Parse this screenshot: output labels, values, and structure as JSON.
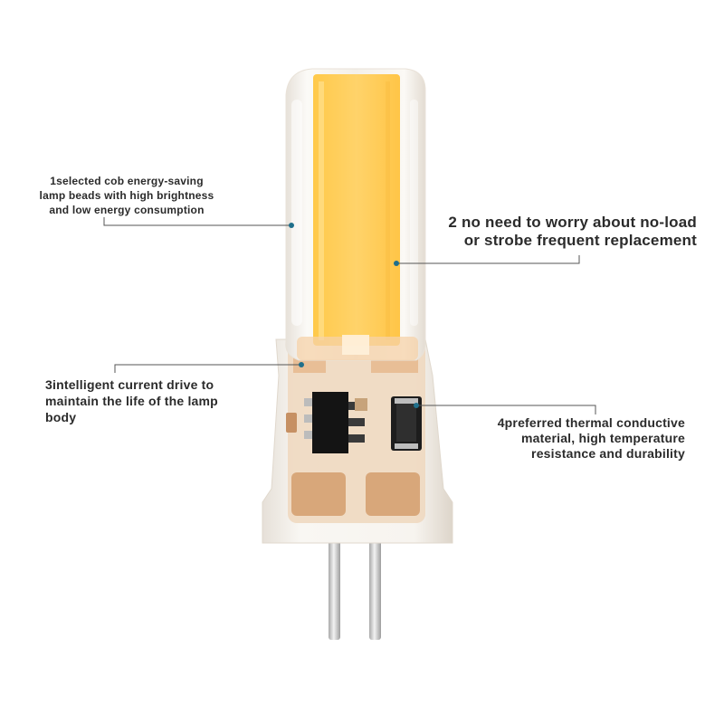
{
  "image": {
    "subject": "G4 COB LED bulb with bi-pin base",
    "background": "#ffffff",
    "colors": {
      "cob_strip": "#ffcc55",
      "silicone_shell": "#f3efe9",
      "callout_line": "#555555",
      "callout_dot": "#1f6f8b",
      "pcb": "#d9b48a",
      "chip": "#1a1a1a",
      "pin": "#c9c9c9"
    }
  },
  "callouts": [
    {
      "id": 1,
      "lines": [
        "1selected cob energy-saving",
        "lamp beads with high brightness",
        "and low energy consumption"
      ]
    },
    {
      "id": 2,
      "lines": [
        "2 no need to worry about no-load",
        "or strobe frequent replacement"
      ]
    },
    {
      "id": 3,
      "lines": [
        "3intelligent current drive to",
        "maintain the life of the lamp",
        "body"
      ]
    },
    {
      "id": 4,
      "lines": [
        "4preferred thermal conductive",
        "material, high temperature",
        "resistance and durability"
      ]
    }
  ]
}
